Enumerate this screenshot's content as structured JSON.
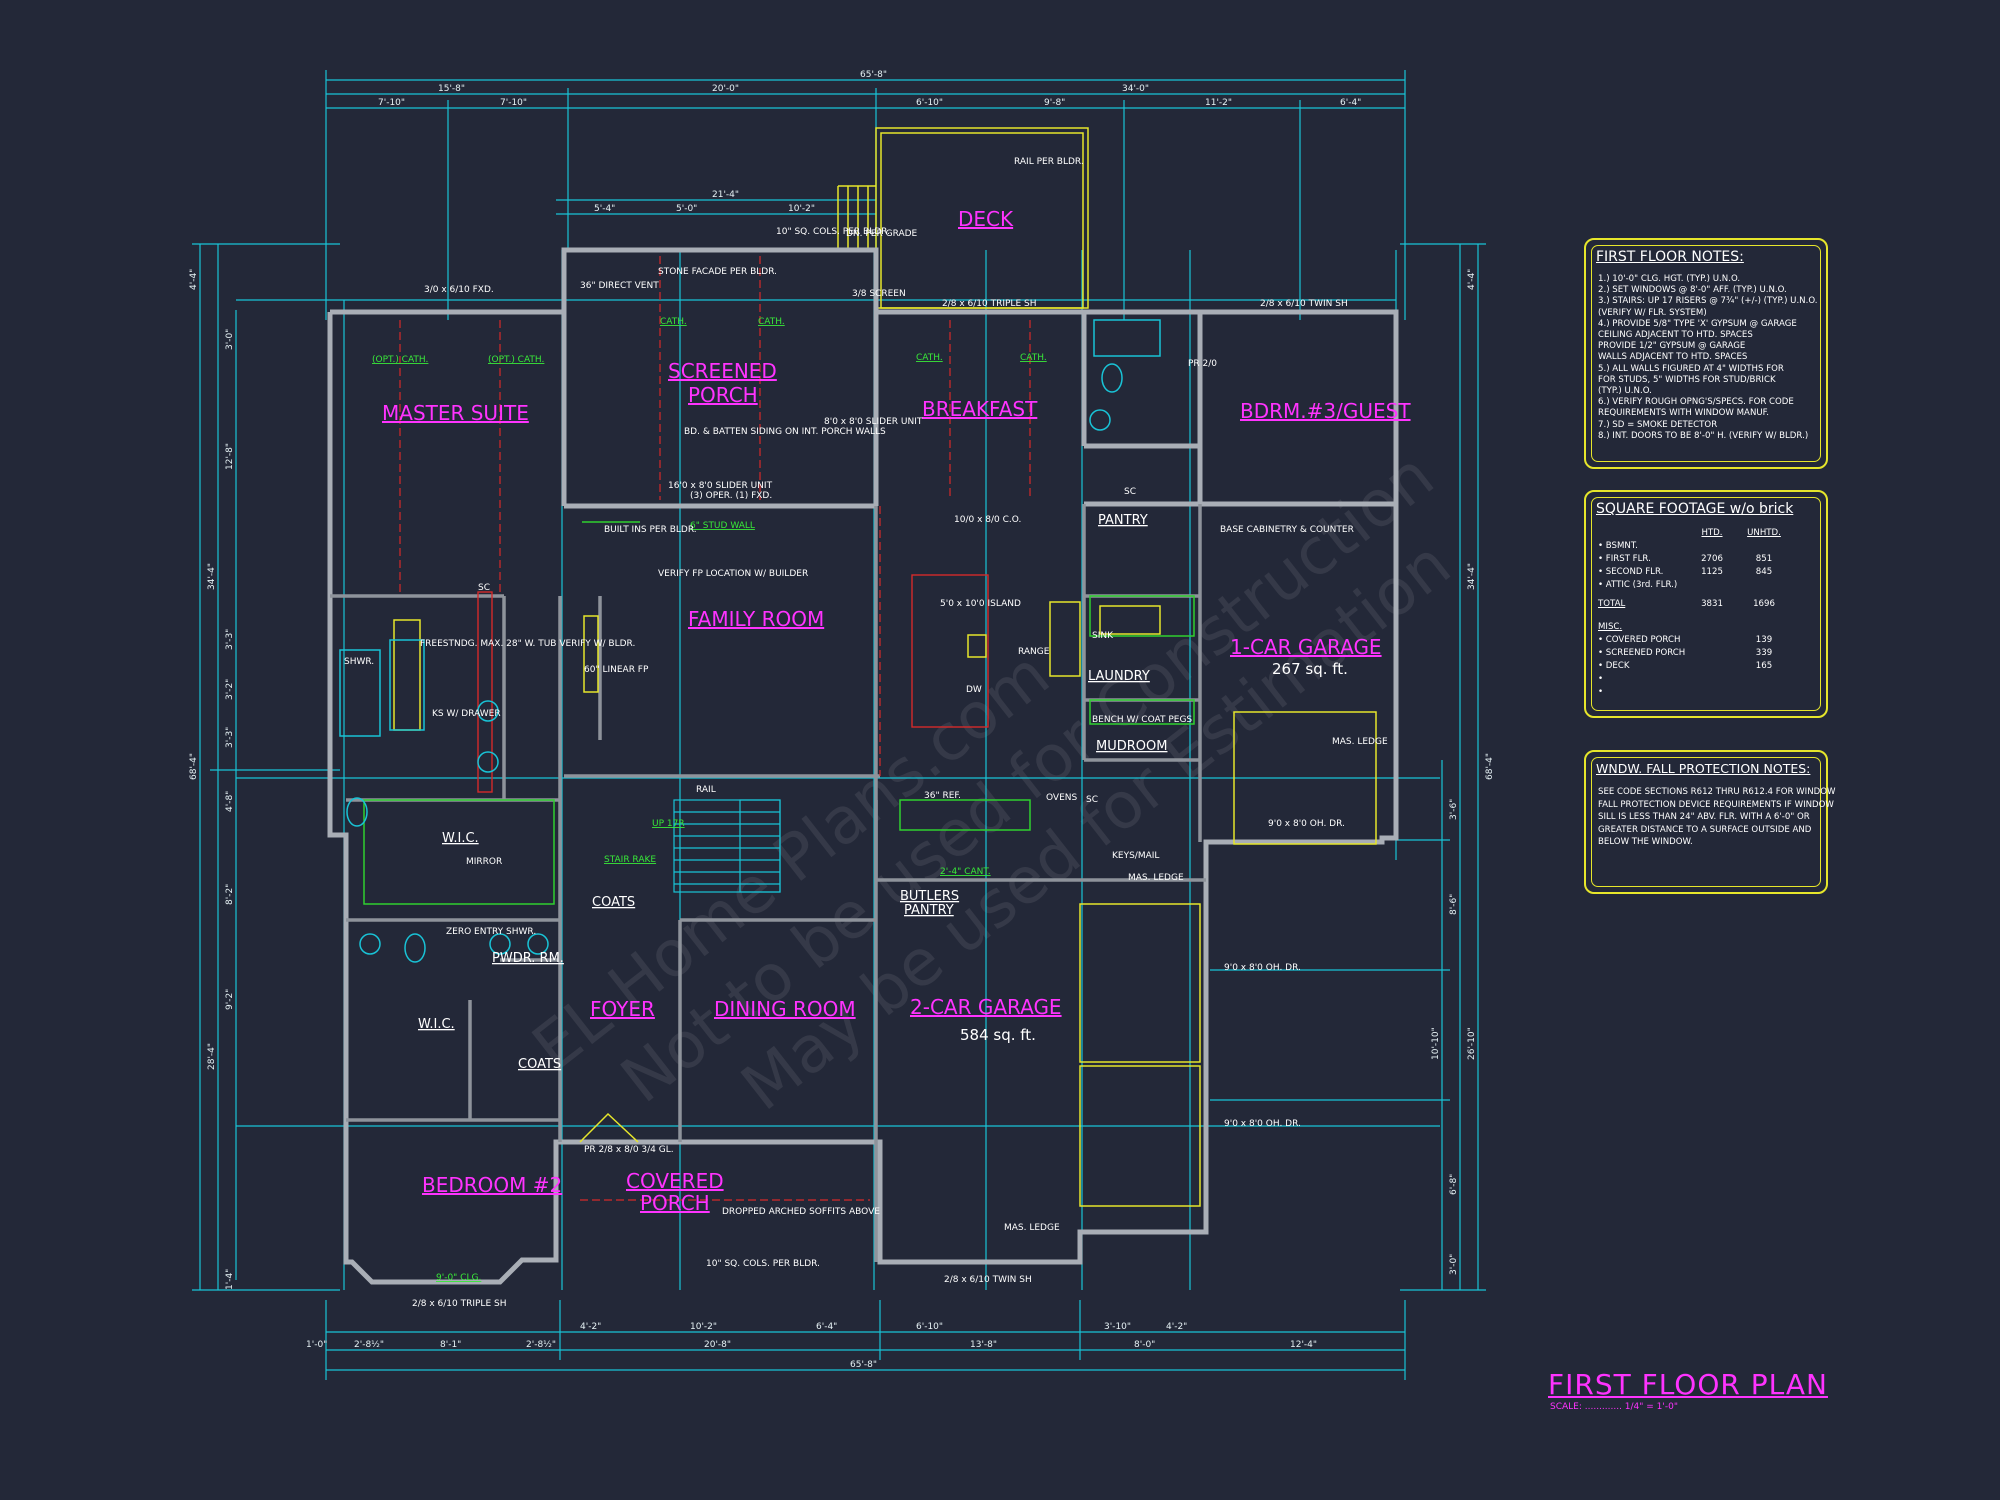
{
  "sheet": {
    "title": "FIRST FLOOR PLAN",
    "scale": "SCALE: ............. 1/4\" = 1'-0\""
  },
  "watermark": {
    "line1": "EL Home Plans.com",
    "line2": "Not to be used for Construction",
    "line3": "May be used for Estimation"
  },
  "rooms": {
    "master_suite": "MASTER SUITE",
    "screened_porch": "SCREENED PORCH",
    "breakfast": "BREAKFAST",
    "bdrm3": "BDRM.#3/GUEST",
    "deck": "DECK",
    "family_room": "FAMILY ROOM",
    "garage1": "1-CAR GARAGE",
    "garage1_sqft": "267 sq. ft.",
    "foyer": "FOYER",
    "dining": "DINING ROOM",
    "garage2": "2-CAR GARAGE",
    "garage2_sqft": "584 sq. ft.",
    "bedroom2": "BEDROOM #2",
    "covered_porch": "COVERED PORCH",
    "wic": "W.I.C.",
    "wic2": "W.I.C.",
    "pwdr": "PWDR. RM.",
    "pantry": "PANTRY",
    "laundry": "LAUNDRY",
    "mudroom": "MUDROOM",
    "coats": "COATS",
    "coats2": "COATS",
    "butlers": "BUTLERS PANTRY"
  },
  "labels": {
    "cath": "CATH.",
    "opt_cath": "(OPT.) CATH.",
    "stud_wall": "6\" STUD WALL",
    "linear_fp": "60\" LINEAR FP",
    "slider1": "16'0 x 8'0 SLIDER UNIT",
    "slider1b": "(3) OPER. (1) FXD.",
    "slider2": "8'0 x 8'0 SLIDER UNIT",
    "batten": "BD. & BATTEN SIDING ON INT. PORCH WALLS",
    "stone": "STONE FACADE PER BLDR.",
    "direct_vent": "36\" DIRECT VENT",
    "cols": "10\" SQ. COLS. PER BLDR.",
    "cols2": "10\" SQ. COLS. PER BLDR.",
    "rail": "RAIL PER BLDR.",
    "rail2": "RAIL",
    "verify_fp": "VERIFY FP LOCATION W/ BUILDER",
    "built_ins": "BUILT INS PER BLDR.",
    "island": "5'0 x 10'0 ISLAND",
    "range": "RANGE",
    "dw": "DW",
    "sink": "SINK",
    "ovens": "OVENS",
    "ref": "36\" REF.",
    "cant": "2'-4\" CANT.",
    "base_cab": "BASE CABINETRY & COUNTER",
    "bench": "BENCH W/ COAT PEGS",
    "keys": "KEYS/MAIL",
    "mas_ledge": "MAS. LEDGE",
    "ohd1": "9'0 x 8'0 OH. DR.",
    "ohd2": "9'0 x 8'0 OH. DR.",
    "ohd3": "9'0 x 8'0 OH. DR.",
    "freestanding": "FREESTNDG. MAX. 28\" W. TUB VERIFY W/ BLDR.",
    "shwr": "SHWR.",
    "ks_drawer": "KS W/ DRAWER",
    "mirror": "MIRROR",
    "zero_entry": "ZERO ENTRY SHWR.",
    "stair_rake": "STAIR RAKE",
    "up": "UP 17R",
    "dropped": "DROPPED ARCHED SOFFITS ABOVE",
    "clg": "9'-0\" CLG.",
    "dn_grade": "DN. PER GRADE",
    "screen": "3/8 SCREEN",
    "pr": "PR 2/0",
    "pr_door": "PR 2/8 x 8/0 3/4 GL.",
    "window_triple": "2/8 x 6/10 TRIPLE SH",
    "window_twin": "2/8 x 6/10 TWIN SH",
    "window_fxd": "3/0 x 6/10 FXD.",
    "door_co": "10/0 x 8/0 C.O.",
    "sc": "SC"
  },
  "dims_top": [
    "65'-8\"",
    "15'-8\"",
    "20'-0\"",
    "34'-0\"",
    "7'-10\"",
    "7'-10\"",
    "6'-10\"",
    "9'-8\"",
    "11'-2\"",
    "6'-4\"",
    "21'-4\"",
    "5'-4\"",
    "5'-0\"",
    "10'-2\""
  ],
  "dims_bottom": [
    "1'-0\"",
    "2'-8½\"",
    "8'-1\"",
    "2'-8½\"",
    "4'-2\"",
    "10'-2\"",
    "6'-4\"",
    "6'-10\"",
    "13'-8\"",
    "3'-10\"",
    "4'-2\"",
    "12'-4\"",
    "20'-8\"",
    "8'-0\"",
    "65'-8\""
  ],
  "dims_left": [
    "4'-4\"",
    "3'-0\"",
    "12'-8\"",
    "34'-4\"",
    "68'-4\"",
    "3'-3\"",
    "3'-2\"",
    "3'-3\"",
    "4'-8\"",
    "8'-2\"",
    "9'-2\"",
    "28'-4\"",
    "1'-4\""
  ],
  "dims_right": [
    "4'-4\"",
    "34'-4\"",
    "68'-4\"",
    "3'-6\"",
    "8'-6\"",
    "10'-10\"",
    "26'-10\"",
    "6'-8\"",
    "3'-0\""
  ],
  "notes_panel": {
    "title": "FIRST FLOOR NOTES:",
    "items": [
      "1.) 10'-0\" CLG. HGT. (TYP.) U.N.O.",
      "2.) SET WINDOWS @ 8'-0\" AFF. (TYP.) U.N.O.",
      "3.) STAIRS: UP 17 RISERS @ 7¾\" (+/-) (TYP.) U.N.O.",
      "     (VERIFY W/ FLR. SYSTEM)",
      "4.) PROVIDE 5/8\" TYPE 'X' GYPSUM @ GARAGE",
      "     CEILING ADJACENT TO HTD. SPACES",
      "     PROVIDE 1/2\" GYPSUM @ GARAGE",
      "     WALLS ADJACENT TO HTD. SPACES",
      "5.) ALL WALLS FIGURED AT 4\" WIDTHS FOR",
      "     FOR STUDS, 5\" WIDTHS FOR STUD/BRICK",
      "     (TYP.) U.N.O.",
      "6.) VERIFY ROUGH OPNG'S/SPECS. FOR CODE",
      "     REQUIREMENTS WITH WINDOW MANUF.",
      "7.) SD = SMOKE DETECTOR",
      "8.) INT. DOORS TO BE 8'-0\" H. (VERIFY W/ BLDR.)"
    ]
  },
  "sqft_panel": {
    "title": "SQUARE FOOTAGE w/o brick",
    "headers": [
      "",
      "HTD.",
      "UNHTD."
    ],
    "rows": [
      [
        "• BSMNT.",
        "",
        ""
      ],
      [
        "• FIRST FLR.",
        "2706",
        "851"
      ],
      [
        "• SECOND FLR.",
        "1125",
        "845"
      ],
      [
        "• ATTIC (3rd. FLR.)",
        "",
        ""
      ],
      [
        "TOTAL",
        "3831",
        "1696"
      ]
    ],
    "misc_title": "MISC.",
    "misc_rows": [
      [
        "• COVERED PORCH",
        "",
        "139"
      ],
      [
        "• SCREENED PORCH",
        "",
        "339"
      ],
      [
        "• DECK",
        "",
        "165"
      ],
      [
        "•",
        "",
        ""
      ],
      [
        "•",
        "",
        ""
      ]
    ]
  },
  "fall_panel": {
    "title": "WNDW. FALL PROTECTION NOTES:",
    "items": [
      "SEE CODE SECTIONS R612 THRU R612.4 FOR WINDOW",
      "FALL PROTECTION DEVICE REQUIREMENTS IF WINDOW",
      "SILL IS LESS THAN 24\" ABV. FLR. WITH A 6'-0\" OR",
      "GREATER DISTANCE TO A SURFACE OUTSIDE AND",
      "BELOW THE WINDOW."
    ]
  }
}
